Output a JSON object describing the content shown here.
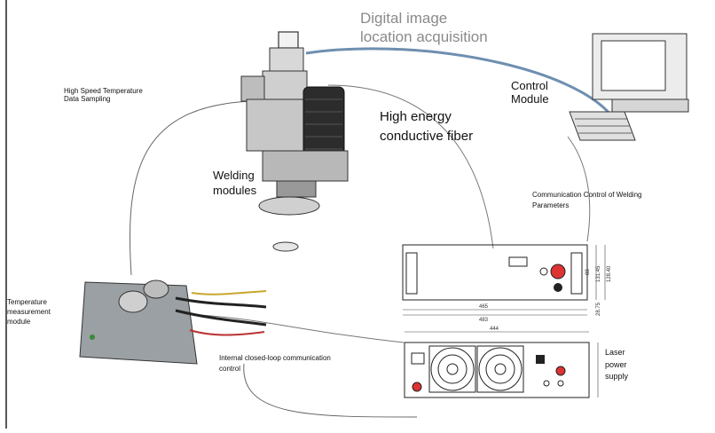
{
  "labels": {
    "digital_image": [
      "Digital image",
      "location acquisition"
    ],
    "control_module": [
      "Control",
      "Module"
    ],
    "fiber": [
      "High energy",
      "conductive fiber"
    ],
    "hs_temp": [
      "High Speed Temperature",
      "Data Sampling"
    ],
    "welding": [
      "Welding",
      "modules"
    ],
    "comm_control": [
      "Communication Control of Welding",
      "Parameters"
    ],
    "temp_module": [
      "Temperature",
      "measurement",
      "module"
    ],
    "closed_loop": [
      "Internal closed-loop communication",
      "control"
    ],
    "laser_supply": [
      "Laser",
      "power",
      "supply"
    ]
  },
  "drawing_dims": {
    "width_top": "483",
    "width_inner": "465",
    "width_bottom": "444",
    "height_a": "88",
    "height_b": "131.45",
    "height_c": "128.40",
    "small": "28.75"
  }
}
